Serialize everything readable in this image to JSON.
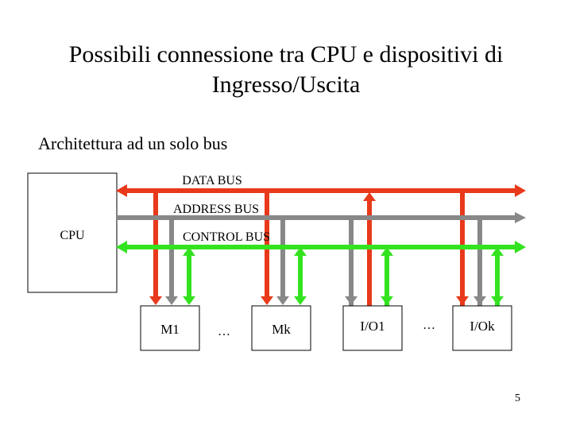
{
  "title_line1": "Possibili connessione tra CPU e dispositivi di",
  "title_line2": "Ingresso/Uscita",
  "subtitle": "Architettura ad un solo bus",
  "page_number": "5",
  "buses": {
    "data": {
      "label": "DATA BUS",
      "color": "#e8391b"
    },
    "address": {
      "label": "ADDRESS BUS",
      "color": "#888888"
    },
    "control": {
      "label": "CONTROL BUS",
      "color": "#33e31f"
    }
  },
  "cpu_label": "CPU",
  "devices": [
    "M1",
    "Mk",
    "I/O1",
    "I/Ok"
  ],
  "ellipsis": "…"
}
